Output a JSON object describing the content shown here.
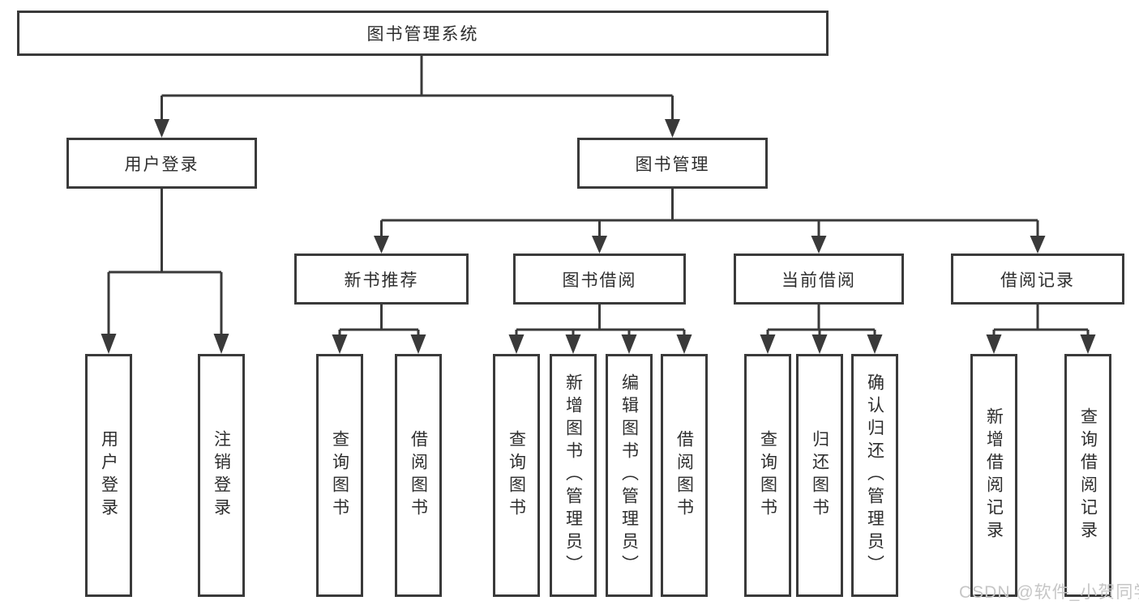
{
  "diagram_title": "图书管理系统",
  "tree": {
    "label": "图书管理系统",
    "children": [
      {
        "label": "用户登录",
        "children": [
          {
            "label": "用户登录"
          },
          {
            "label": "注销登录"
          }
        ]
      },
      {
        "label": "图书管理",
        "children": [
          {
            "label": "新书推荐",
            "children": [
              {
                "label": "查询图书"
              },
              {
                "label": "借阅图书"
              }
            ]
          },
          {
            "label": "图书借阅",
            "children": [
              {
                "label": "查询图书"
              },
              {
                "label": "新增图书（管理员）"
              },
              {
                "label": "编辑图书（管理员）"
              },
              {
                "label": "借阅图书"
              }
            ]
          },
          {
            "label": "当前借阅",
            "children": [
              {
                "label": "查询图书"
              },
              {
                "label": "归还图书"
              },
              {
                "label": "确认归还（管理员）"
              }
            ]
          },
          {
            "label": "借阅记录",
            "children": [
              {
                "label": "新增借阅记录"
              },
              {
                "label": "查询借阅记录"
              }
            ]
          }
        ]
      }
    ]
  },
  "watermark": "CSDN @软件_小贺同学",
  "colors": {
    "line": "#3a3a3a",
    "box_border": "#3a3a3a",
    "box_fill": "#ffffff",
    "text": "#2e2e2e",
    "watermark": "#c6c6c6"
  }
}
